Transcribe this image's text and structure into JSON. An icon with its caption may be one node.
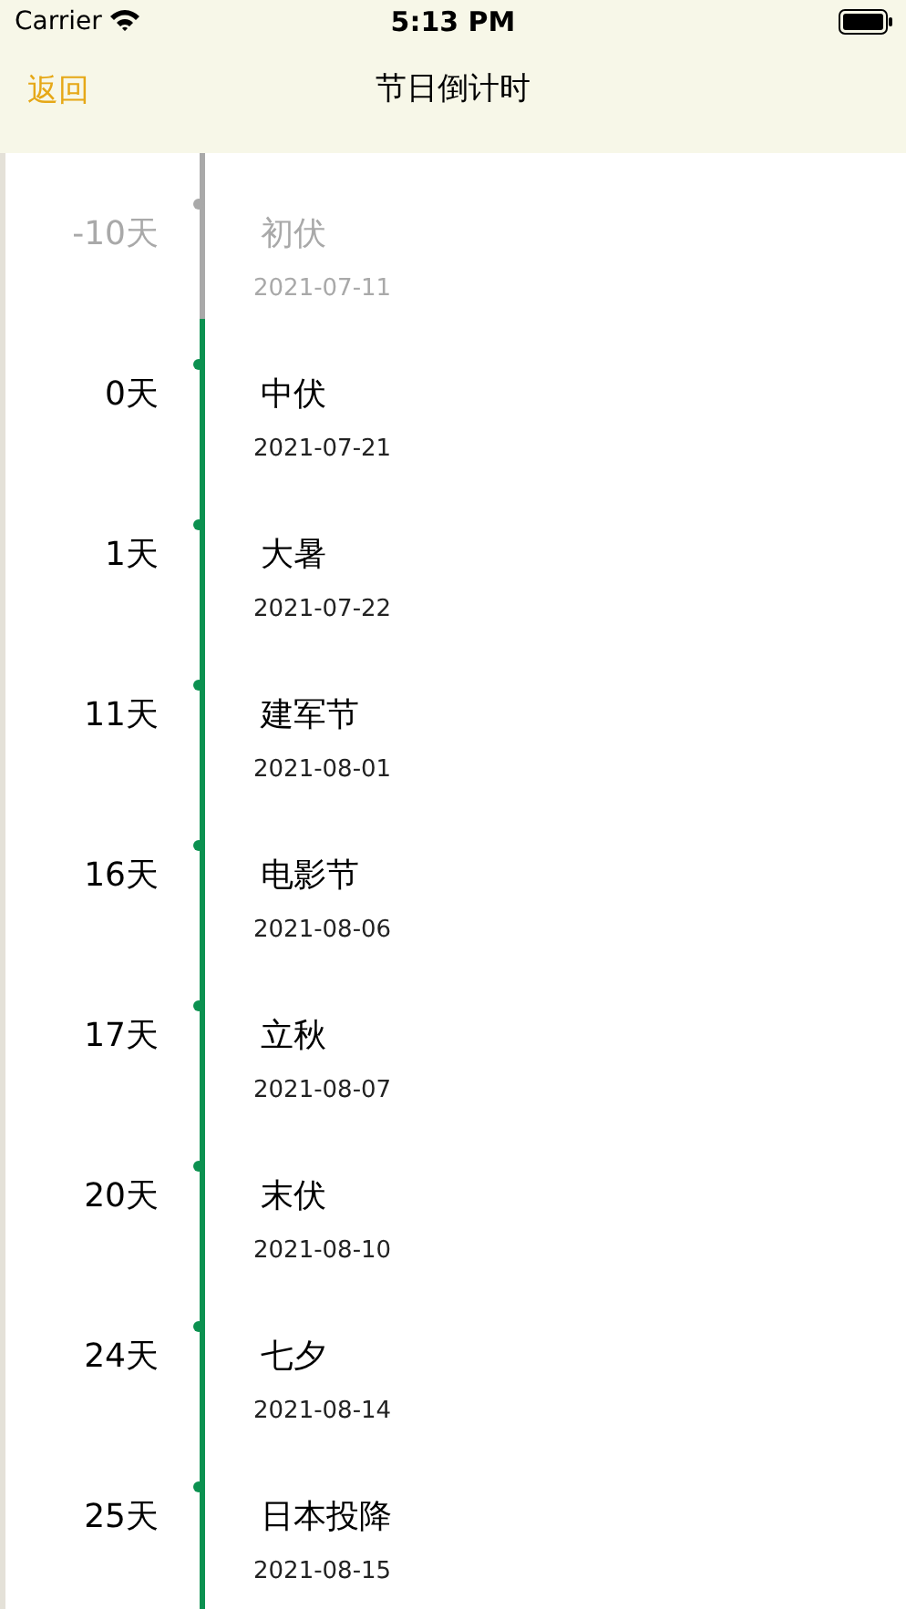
{
  "diagram": {
    "title": "节日倒计时",
    "labels": [
      "Carrier",
      "5:13 PM",
      "返回",
      "-10天",
      "初伏",
      "2021-07-11",
      "0天",
      "中伏",
      "2021-07-21",
      "1天",
      "大暑",
      "2021-07-22",
      "11天",
      "建军节",
      "2021-08-01",
      "16天",
      "电影节",
      "2021-08-06",
      "17天",
      "立秋",
      "2021-08-07",
      "20天",
      "末伏",
      "2021-08-10",
      "24天",
      "七夕",
      "2021-08-14",
      "25天",
      "日本投降",
      "2021-08-15"
    ]
  }
}
